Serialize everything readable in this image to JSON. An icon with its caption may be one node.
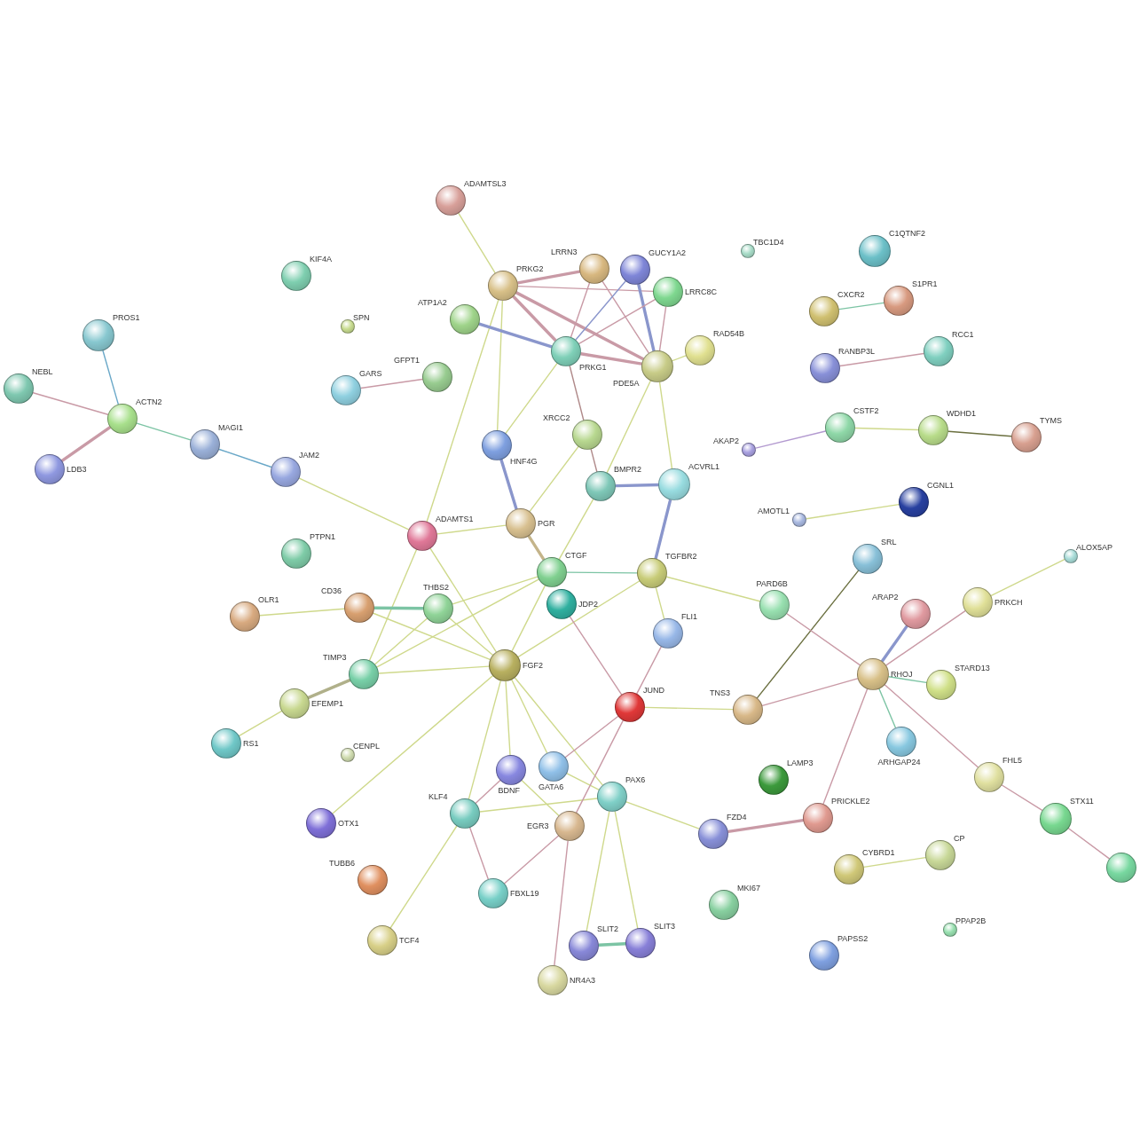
{
  "diagram": {
    "nodes": [
      {
        "text": [
          "ADAMTSL3"
        ]
      },
      {
        "text": [
          "TBC1D4"
        ]
      },
      {
        "text": [
          "C1QTNF2"
        ]
      },
      {
        "text": [
          "LRRN3"
        ]
      },
      {
        "text": [
          "GUCY1A2"
        ]
      },
      {
        "text": [
          "KIF4A"
        ]
      },
      {
        "text": [
          "PRKG2"
        ]
      },
      {
        "text": [
          "LRRC8C"
        ]
      },
      {
        "text": [
          "S1PR1"
        ]
      },
      {
        "text": [
          "CXCR2"
        ]
      },
      {
        "text": [
          "ATP1A2"
        ]
      },
      {
        "text": [
          "SPN"
        ]
      },
      {
        "text": [
          "PROS1"
        ]
      },
      {
        "text": [
          "PRKG1"
        ]
      },
      {
        "text": [
          "RAD54B"
        ]
      },
      {
        "text": [
          "RCC1"
        ]
      },
      {
        "text": [
          "PDE5A"
        ]
      },
      {
        "text": [
          "RANBP3L"
        ]
      },
      {
        "text": [
          "GFPT1"
        ]
      },
      {
        "text": [
          "NEBL"
        ]
      },
      {
        "text": [
          "GARS"
        ]
      },
      {
        "text": [
          "ACTN2"
        ]
      },
      {
        "text": [
          "CSTF2"
        ]
      },
      {
        "text": [
          "WDHD1"
        ]
      },
      {
        "text": [
          "XRCC2"
        ]
      },
      {
        "text": [
          "TYMS"
        ]
      },
      {
        "text": [
          "MAGI1"
        ]
      },
      {
        "text": [
          "HNF4G"
        ]
      },
      {
        "text": [
          "AKAP2"
        ]
      },
      {
        "text": [
          "LDB3"
        ]
      },
      {
        "text": [
          "JAM2"
        ]
      },
      {
        "text": [
          "ACVRL1"
        ]
      },
      {
        "text": [
          "BMPR2"
        ]
      },
      {
        "text": [
          "CGNL1"
        ]
      },
      {
        "text": [
          "AMOTL1"
        ]
      },
      {
        "text": [
          "PGR"
        ]
      },
      {
        "text": [
          "ADAMTS1"
        ]
      },
      {
        "text": [
          "PTPN1"
        ]
      },
      {
        "text": [
          "ALOX5AP"
        ]
      },
      {
        "text": [
          "SRL"
        ]
      },
      {
        "text": [
          "TGFBR2"
        ]
      },
      {
        "text": [
          "CTGF"
        ]
      },
      {
        "text": [
          "PARD6B"
        ]
      },
      {
        "text": [
          "PRKCH"
        ]
      },
      {
        "text": [
          "CD36"
        ]
      },
      {
        "text": [
          "JDP2"
        ]
      },
      {
        "text": [
          "OLR1"
        ]
      },
      {
        "text": [
          "THBS2"
        ]
      },
      {
        "text": [
          "ARAP2"
        ]
      },
      {
        "text": [
          "FLI1"
        ]
      },
      {
        "text": [
          "FGF2"
        ]
      },
      {
        "text": [
          "TIMP3"
        ]
      },
      {
        "text": [
          "RHOJ"
        ]
      },
      {
        "text": [
          "STARD13"
        ]
      },
      {
        "text": [
          "EFEMP1"
        ]
      },
      {
        "text": [
          "JUND"
        ]
      },
      {
        "text": [
          "TNS3"
        ]
      },
      {
        "text": [
          "ARHGAP24"
        ]
      },
      {
        "text": [
          "RS1"
        ]
      },
      {
        "text": [
          "CENPL"
        ]
      },
      {
        "text": [
          "GATA6"
        ]
      },
      {
        "text": [
          "BDNF"
        ]
      },
      {
        "text": [
          "FHL5"
        ]
      },
      {
        "text": [
          "LAMP3"
        ]
      },
      {
        "text": [
          "PAX6"
        ]
      },
      {
        "text": [
          "KLF4"
        ]
      },
      {
        "text": [
          "PRICKLE2"
        ]
      },
      {
        "text": [
          "STX11"
        ]
      },
      {
        "text": [
          "EGR3"
        ]
      },
      {
        "text": [
          "OTX1"
        ]
      },
      {
        "text": [
          "FZD4"
        ]
      },
      {
        "text": [
          "CP"
        ]
      },
      {
        "text": [],
        "shape": "circle"
      },
      {
        "text": [
          "CYBRD1"
        ]
      },
      {
        "text": [
          "TUBB6"
        ]
      },
      {
        "text": [
          "FBXL19"
        ]
      },
      {
        "text": [
          "MKI67"
        ]
      },
      {
        "text": [
          "PPAP2B"
        ]
      },
      {
        "text": [
          "TCF4"
        ]
      },
      {
        "text": [
          "SLIT2"
        ]
      },
      {
        "text": [
          "SLIT3"
        ]
      },
      {
        "text": [
          "PAPSS2"
        ]
      },
      {
        "text": [
          "NR4A3"
        ]
      }
    ],
    "edges": [
      {
        "from": 0,
        "to": 6,
        "arrow": "none"
      },
      {
        "from": 6,
        "to": 3,
        "arrow": "none",
        "style": "thick",
        "color": "#c99aa6"
      },
      {
        "from": 6,
        "to": 7,
        "arrow": "none",
        "color": "#c99aa6"
      },
      {
        "from": 6,
        "to": 13,
        "arrow": "none",
        "style": "thick",
        "color": "#c99aa6"
      },
      {
        "from": 6,
        "to": 16,
        "arrow": "none",
        "style": "thick",
        "color": "#c99aa6"
      },
      {
        "from": 6,
        "to": 27,
        "arrow": "none"
      },
      {
        "from": 6,
        "to": 36,
        "arrow": "none"
      },
      {
        "from": 10,
        "to": 13,
        "arrow": "none",
        "style": "thick",
        "color": "#8a96cc"
      },
      {
        "from": 3,
        "to": 13,
        "arrow": "none",
        "color": "#c99aa6"
      },
      {
        "from": 3,
        "to": 16,
        "arrow": "none",
        "color": "#c99aa6"
      },
      {
        "from": 4,
        "to": 13,
        "arrow": "none",
        "color": "#8a96cc"
      },
      {
        "from": 4,
        "to": 16,
        "arrow": "none",
        "style": "thick",
        "color": "#8a96cc"
      },
      {
        "from": 7,
        "to": 13,
        "arrow": "none",
        "color": "#c99aa6"
      },
      {
        "from": 7,
        "to": 16,
        "arrow": "none",
        "color": "#c99aa6"
      },
      {
        "from": 13,
        "to": 16,
        "arrow": "none",
        "style": "thick",
        "color": "#c99aa6"
      },
      {
        "from": 13,
        "to": 27,
        "arrow": "none"
      },
      {
        "from": 13,
        "to": 24,
        "arrow": "none",
        "color": "#b08a8a"
      },
      {
        "from": 24,
        "to": 32,
        "arrow": "none",
        "color": "#b08a8a"
      },
      {
        "from": 16,
        "to": 14,
        "arrow": "none"
      },
      {
        "from": 16,
        "to": 31,
        "arrow": "none"
      },
      {
        "from": 16,
        "to": 32,
        "arrow": "none"
      },
      {
        "from": 32,
        "to": 41,
        "arrow": "none"
      },
      {
        "from": 24,
        "to": 35,
        "arrow": "none"
      },
      {
        "from": 12,
        "to": 21,
        "arrow": "none",
        "color": "#6aa8c8"
      },
      {
        "from": 19,
        "to": 21,
        "arrow": "none",
        "color": "#c99aa6"
      },
      {
        "from": 29,
        "to": 21,
        "arrow": "none",
        "style": "thick",
        "color": "#c99aa6"
      },
      {
        "from": 21,
        "to": 26,
        "arrow": "none",
        "color": "#7cc4a4"
      },
      {
        "from": 26,
        "to": 30,
        "arrow": "none",
        "color": "#6aa8c8"
      },
      {
        "from": 30,
        "to": 36,
        "arrow": "none"
      },
      {
        "from": 20,
        "to": 18,
        "arrow": "none",
        "color": "#c99aa6"
      },
      {
        "from": 27,
        "to": 35,
        "arrow": "none",
        "style": "thick",
        "color": "#8a96cc"
      },
      {
        "from": 35,
        "to": 36,
        "arrow": "none"
      },
      {
        "from": 35,
        "to": 41,
        "arrow": "none",
        "style": "thick",
        "color": "#c4b48a"
      },
      {
        "from": 32,
        "to": 31,
        "arrow": "none",
        "style": "thick",
        "color": "#8a96cc"
      },
      {
        "from": 31,
        "to": 40,
        "arrow": "none",
        "style": "thick",
        "color": "#8a96cc"
      },
      {
        "from": 41,
        "to": 40,
        "arrow": "none",
        "color": "#7cc4a4"
      },
      {
        "from": 36,
        "to": 50,
        "arrow": "none"
      },
      {
        "from": 36,
        "to": 51,
        "arrow": "none"
      },
      {
        "from": 41,
        "to": 47,
        "arrow": "none"
      },
      {
        "from": 41,
        "to": 50,
        "arrow": "none"
      },
      {
        "from": 41,
        "to": 51,
        "arrow": "none"
      },
      {
        "from": 40,
        "to": 50,
        "arrow": "none"
      },
      {
        "from": 40,
        "to": 49,
        "arrow": "none"
      },
      {
        "from": 40,
        "to": 42,
        "arrow": "none"
      },
      {
        "from": 44,
        "to": 46,
        "arrow": "none"
      },
      {
        "from": 44,
        "to": 47,
        "arrow": "none",
        "style": "thick",
        "color": "#7cc4a4"
      },
      {
        "from": 44,
        "to": 50,
        "arrow": "none"
      },
      {
        "from": 47,
        "to": 50,
        "arrow": "none"
      },
      {
        "from": 47,
        "to": 51,
        "arrow": "none"
      },
      {
        "from": 51,
        "to": 50,
        "arrow": "none"
      },
      {
        "from": 51,
        "to": 54,
        "arrow": "none",
        "style": "thick",
        "color": "#b0b08a"
      },
      {
        "from": 54,
        "to": 58,
        "arrow": "none"
      },
      {
        "from": 50,
        "to": 69,
        "arrow": "none"
      },
      {
        "from": 50,
        "to": 65,
        "arrow": "none"
      },
      {
        "from": 50,
        "to": 61,
        "arrow": "none"
      },
      {
        "from": 50,
        "to": 60,
        "arrow": "none"
      },
      {
        "from": 50,
        "to": 64,
        "arrow": "none"
      },
      {
        "from": 65,
        "to": 78,
        "arrow": "none"
      },
      {
        "from": 61,
        "to": 65,
        "arrow": "none",
        "color": "#c99aa6"
      },
      {
        "from": 61,
        "to": 68,
        "arrow": "none"
      },
      {
        "from": 60,
        "to": 64,
        "arrow": "none"
      },
      {
        "from": 60,
        "to": 55,
        "arrow": "none",
        "color": "#c99aa6"
      },
      {
        "from": 65,
        "to": 64,
        "arrow": "none"
      },
      {
        "from": 65,
        "to": 75,
        "arrow": "none",
        "color": "#c99aa6"
      },
      {
        "from": 68,
        "to": 75,
        "arrow": "none",
        "color": "#c99aa6"
      },
      {
        "from": 68,
        "to": 82,
        "arrow": "none",
        "color": "#c99aa6"
      },
      {
        "from": 55,
        "to": 68,
        "arrow": "none",
        "color": "#c99aa6"
      },
      {
        "from": 64,
        "to": 79,
        "arrow": "none"
      },
      {
        "from": 64,
        "to": 80,
        "arrow": "none"
      },
      {
        "from": 64,
        "to": 70,
        "arrow": "none"
      },
      {
        "from": 79,
        "to": 80,
        "arrow": "none",
        "style": "thick",
        "color": "#7cc4a4"
      },
      {
        "from": 55,
        "to": 49,
        "arrow": "none",
        "color": "#c99aa6"
      },
      {
        "from": 55,
        "to": 56,
        "arrow": "none"
      },
      {
        "from": 45,
        "to": 55,
        "arrow": "none",
        "color": "#c99aa6"
      },
      {
        "from": 39,
        "to": 56,
        "arrow": "none",
        "color": "#6b7040"
      },
      {
        "from": 42,
        "to": 52,
        "arrow": "none",
        "color": "#c99aa6"
      },
      {
        "from": 56,
        "to": 52,
        "arrow": "none",
        "color": "#c99aa6"
      },
      {
        "from": 52,
        "to": 48,
        "arrow": "none",
        "style": "thick",
        "color": "#8a96cc"
      },
      {
        "from": 52,
        "to": 43,
        "arrow": "none",
        "color": "#c99aa6"
      },
      {
        "from": 52,
        "to": 53,
        "arrow": "none",
        "color": "#7cc4a4"
      },
      {
        "from": 52,
        "to": 57,
        "arrow": "none",
        "color": "#7cc4a4"
      },
      {
        "from": 52,
        "to": 62,
        "arrow": "none",
        "color": "#c99aa6"
      },
      {
        "from": 52,
        "to": 66,
        "arrow": "none",
        "color": "#c99aa6"
      },
      {
        "from": 62,
        "to": 67,
        "arrow": "none",
        "color": "#c99aa6"
      },
      {
        "from": 67,
        "to": 72,
        "arrow": "none",
        "color": "#c99aa6"
      },
      {
        "from": 66,
        "to": 70,
        "arrow": "none",
        "style": "thick",
        "color": "#c99aa6"
      },
      {
        "from": 43,
        "to": 38,
        "arrow": "none"
      },
      {
        "from": 9,
        "to": 8,
        "arrow": "none",
        "color": "#7cc4a4"
      },
      {
        "from": 17,
        "to": 15,
        "arrow": "none",
        "color": "#c99aa6"
      },
      {
        "from": 28,
        "to": 22,
        "arrow": "none",
        "color": "#b39ad0"
      },
      {
        "from": 22,
        "to": 23,
        "arrow": "none"
      },
      {
        "from": 23,
        "to": 25,
        "arrow": "none",
        "color": "#6b7040"
      },
      {
        "from": 34,
        "to": 33,
        "arrow": "none"
      },
      {
        "from": 73,
        "to": 71,
        "arrow": "none"
      }
    ]
  }
}
